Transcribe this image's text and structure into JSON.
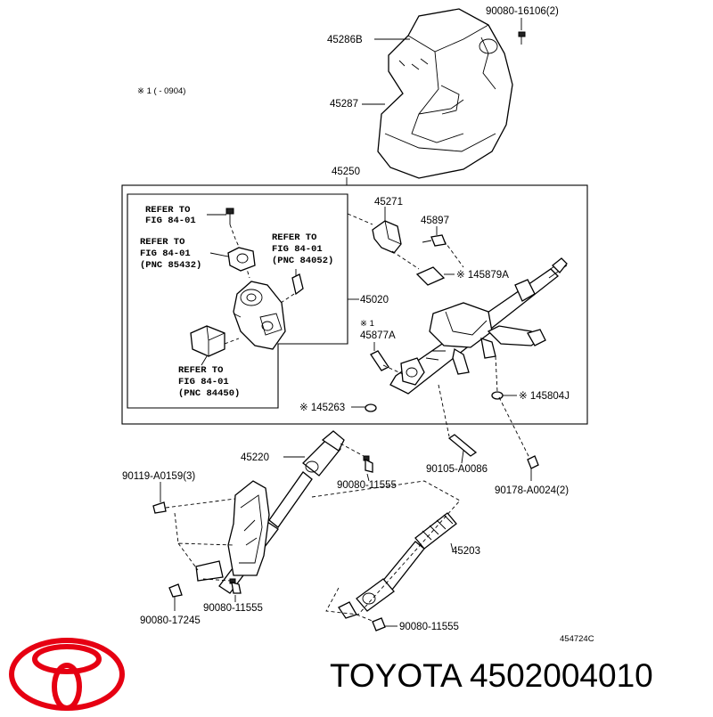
{
  "callouts": {
    "c45286B": "45286B",
    "c45287": "45287",
    "c90080_16106": "90080-16106(2)",
    "note_0904": "※ 1 (     - 0904)",
    "c45250": "45250",
    "c45271": "45271",
    "c45897": "45897",
    "c145879A": "※ 145879A",
    "c45020": "45020",
    "note_1": "※ 1",
    "c45877A": "45877A",
    "c145263": "※ 145263",
    "c145804J": "※ 145804J",
    "c45220": "45220",
    "c90119": "90119-A0159(3)",
    "c90080_11555_a": "90080-11555",
    "c90105": "90105-A0086",
    "c90178": "90178-A0024(2)",
    "c45203": "45203",
    "c90080_17245": "90080-17245",
    "c90080_11555_b": "90080-11555",
    "c90080_11555_c": "90080-11555",
    "figure_id": "454724C"
  },
  "refs": {
    "r1_line1": "REFER TO",
    "r1_line2": "FIG 84-01",
    "r2_line1": "REFER TO",
    "r2_line2": "FIG 84-01",
    "r2_line3": "(PNC 85432)",
    "r3_line1": "REFER TO",
    "r3_line2": "FIG 84-01",
    "r3_line3": "(PNC 84052)",
    "r4_line1": "REFER TO",
    "r4_line2": "FIG 84-01",
    "r4_line3": "(PNC 84450)"
  },
  "brand": {
    "text": "TOYOTA 4502004010",
    "logo": "toyota-logo",
    "logo_color": "#e60012"
  }
}
